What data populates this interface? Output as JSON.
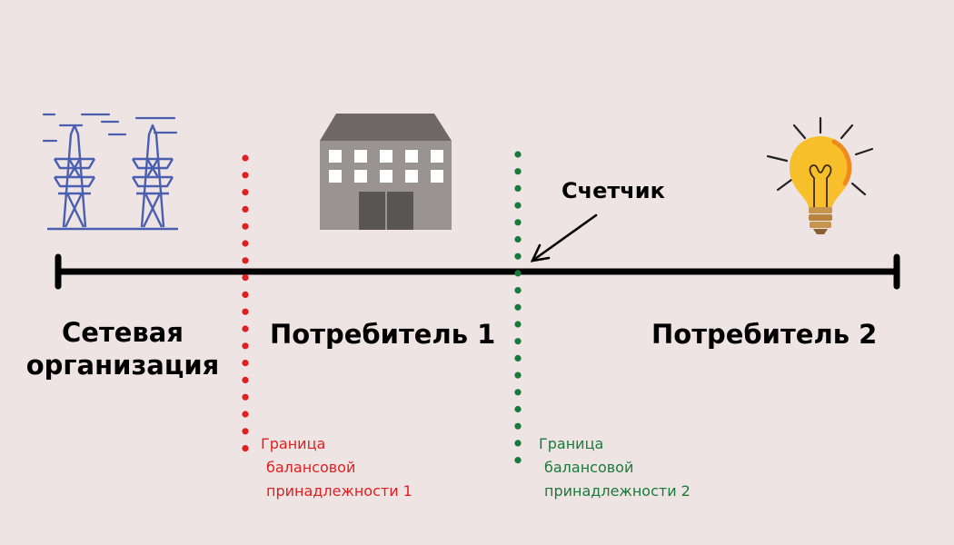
{
  "parties": {
    "network": {
      "line1": "Сетевая",
      "line2": "организация"
    },
    "consumer1": "Потребитель 1",
    "consumer2": "Потребитель 2"
  },
  "meter_label": "Счетчик",
  "boundary1": {
    "line1": "Граница",
    "line2": "балансовой",
    "line3": "принадлежности 1",
    "color": "#e02020"
  },
  "boundary2": {
    "line1": "Граница",
    "line2": "балансовой",
    "line3": "принадлежности 2",
    "color": "#1a7a3a"
  },
  "colors": {
    "background": "#efe4e4",
    "tower": "#4a5fb0",
    "building": "#9a9393",
    "bulb": "#f5b81e"
  }
}
